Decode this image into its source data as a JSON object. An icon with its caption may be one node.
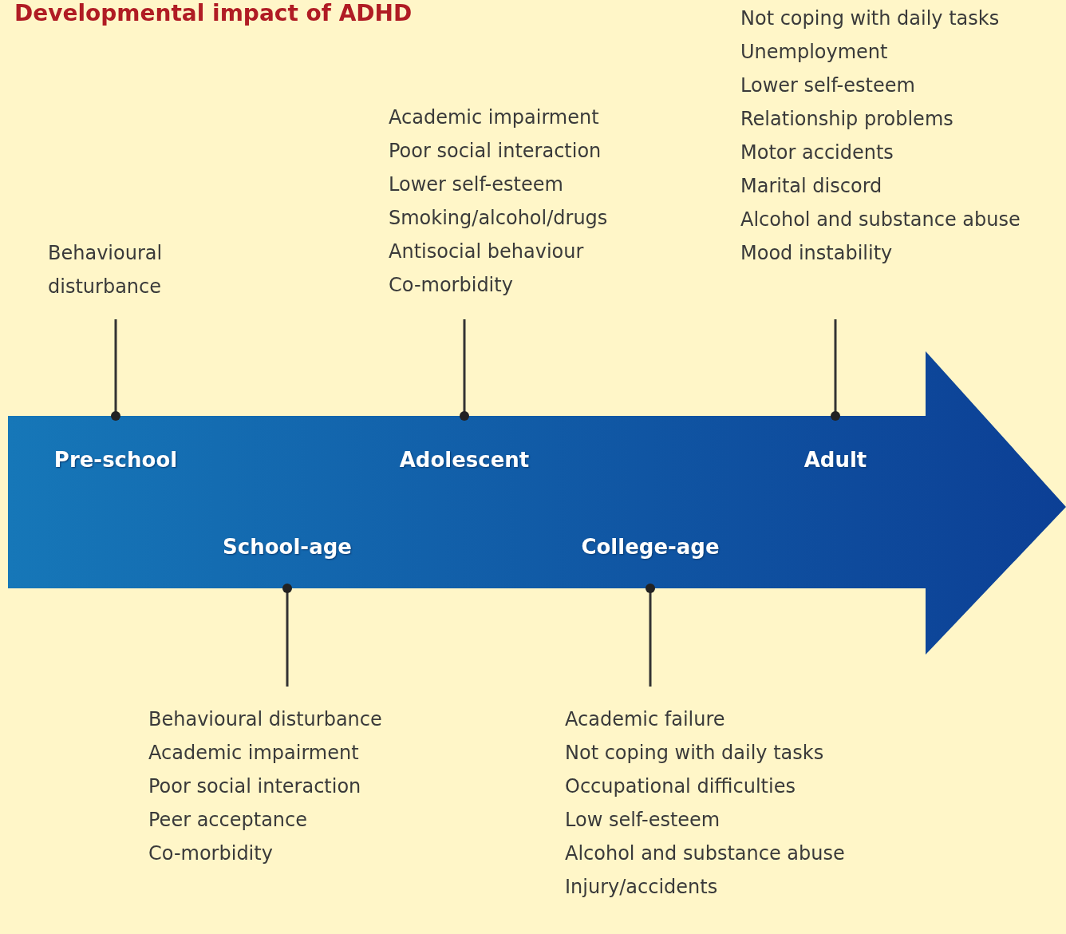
{
  "diagram": {
    "title": "Developmental impact of ADHD",
    "nodes": [
      {
        "text": [],
        "shape": "arrow"
      },
      {
        "text": [
          "Pre-school"
        ],
        "in": 0
      },
      {
        "text": [
          "School-age"
        ],
        "in": 0
      },
      {
        "text": [
          "Adolescent"
        ],
        "in": 0
      },
      {
        "text": [
          "College-age"
        ],
        "in": 0
      },
      {
        "text": [
          "Adult"
        ],
        "in": 0
      },
      {
        "text": [
          "Behavioural disturbance"
        ]
      },
      {
        "text": [
          "Behavioural disturbance",
          "Academic impairment",
          "Poor social interaction",
          "Peer acceptance",
          "Co-morbidity"
        ]
      },
      {
        "text": [
          "Academic impairment",
          "Poor social interaction",
          "Lower self-esteem",
          "Smoking/alcohol/drugs",
          "Antisocial behaviour",
          "Co-morbidity"
        ]
      },
      {
        "text": [
          "Academic failure",
          "Not coping with daily tasks",
          "Occupational difficulties",
          "Low self-esteem",
          "Alcohol and substance abuse",
          "Injury/accidents"
        ]
      },
      {
        "text": [
          "Not coping with daily tasks",
          "Unemployment",
          "Lower self-esteem",
          "Relationship problems",
          "Motor accidents",
          "Marital discord",
          "Alcohol and substance abuse",
          "Mood instability"
        ]
      }
    ],
    "edges": [
      {
        "from": 6,
        "to": 1,
        "arrow": "other"
      },
      {
        "from": 7,
        "to": 2,
        "arrow": "other"
      },
      {
        "from": 8,
        "to": 3,
        "arrow": "other"
      },
      {
        "from": 9,
        "to": 4,
        "arrow": "other"
      },
      {
        "from": 10,
        "to": 5,
        "arrow": "other"
      }
    ]
  }
}
